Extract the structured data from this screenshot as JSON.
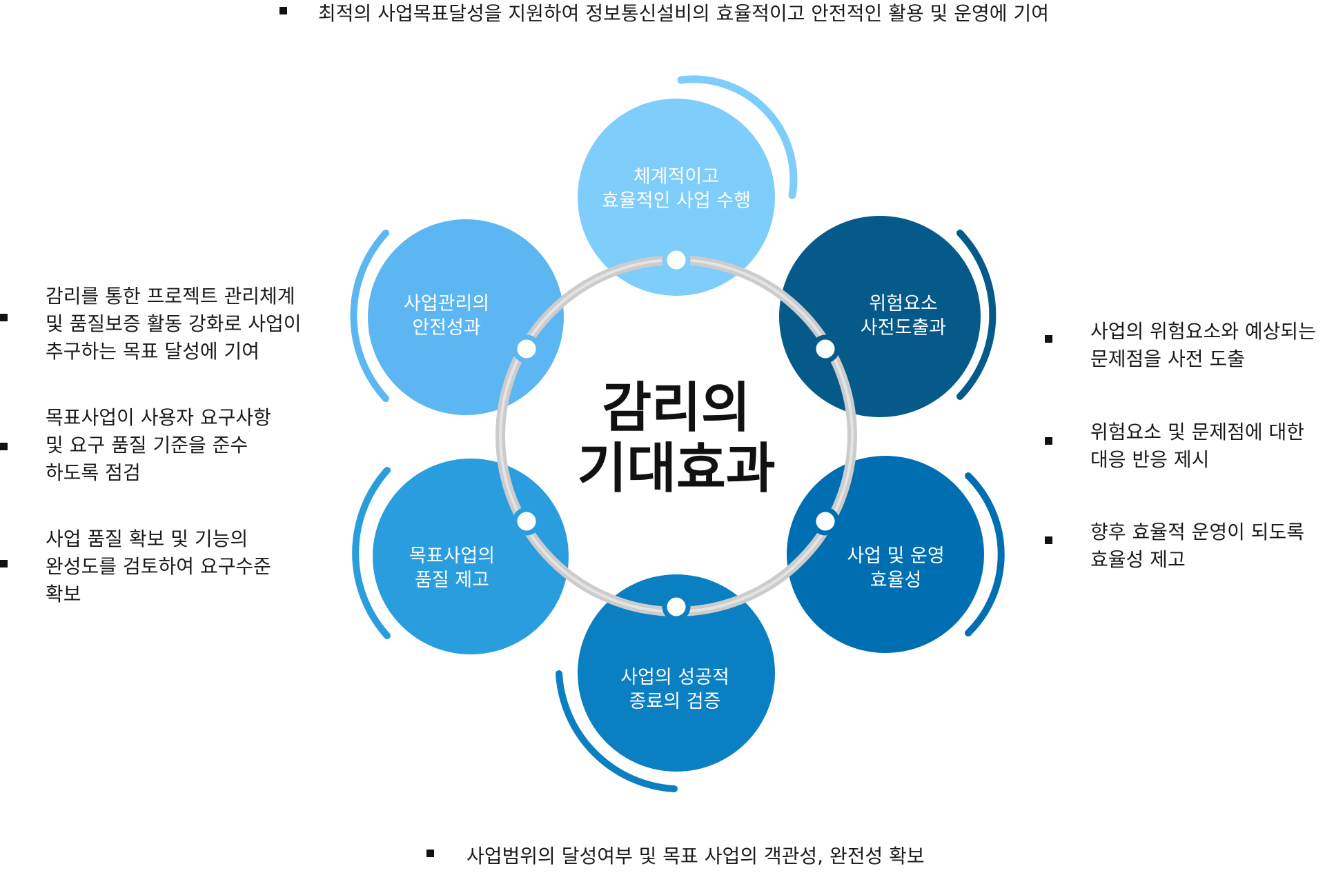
{
  "colors": {
    "top": "#7fcdfb",
    "right_top": "#055a8a",
    "right_bottom": "#006fb2",
    "bottom": "#0a7fc2",
    "left_bottom": "#2a9ddf",
    "left_top": "#5bb6f2",
    "ring": "#cccccc"
  },
  "center": {
    "line1": "감리의",
    "line2": "기대효과"
  },
  "nodes": {
    "top": {
      "line1": "체계적이고",
      "line2": "효율적인 사업 수행"
    },
    "right_top": {
      "line1": "위험요소",
      "line2": "사전도출과"
    },
    "right_bottom": {
      "line1": "사업 및 운영",
      "line2": "효율성"
    },
    "bottom": {
      "line1": "사업의 성공적",
      "line2": "종료의 검증"
    },
    "left_bottom": {
      "line1": "목표사업의",
      "line2": "품질 제고"
    },
    "left_top": {
      "line1": "사업관리의",
      "line2": "안전성과"
    }
  },
  "notes": {
    "top": "최적의 사업목표달성을 지원하여 정보통신설비의 효율적이고 안전적인 활용 및 운영에 기여",
    "bottom": "사업범위의 달성여부 및 목표 사업의 객관성, 완전성 확보",
    "left": [
      {
        "l1": "감리를 통한 프로젝트 관리체계",
        "l2": "및 품질보증 활동 강화로 사업이",
        "l3": "추구하는 목표 달성에 기여"
      },
      {
        "l1": "목표사업이 사용자 요구사항",
        "l2": "및 요구 품질 기준을 준수",
        "l3": "하도록 점검"
      },
      {
        "l1": "사업 품질 확보 및 기능의",
        "l2": "완성도를 검토하여 요구수준",
        "l3": "확보"
      }
    ],
    "right": [
      {
        "l1": "사업의 위험요소와 예상되는",
        "l2": "문제점을 사전 도출"
      },
      {
        "l1": "위험요소 및 문제점에 대한",
        "l2": "대응 반응 제시"
      },
      {
        "l1": "향후 효율적 운영이 되도록",
        "l2": "효율성 제고"
      }
    ]
  }
}
